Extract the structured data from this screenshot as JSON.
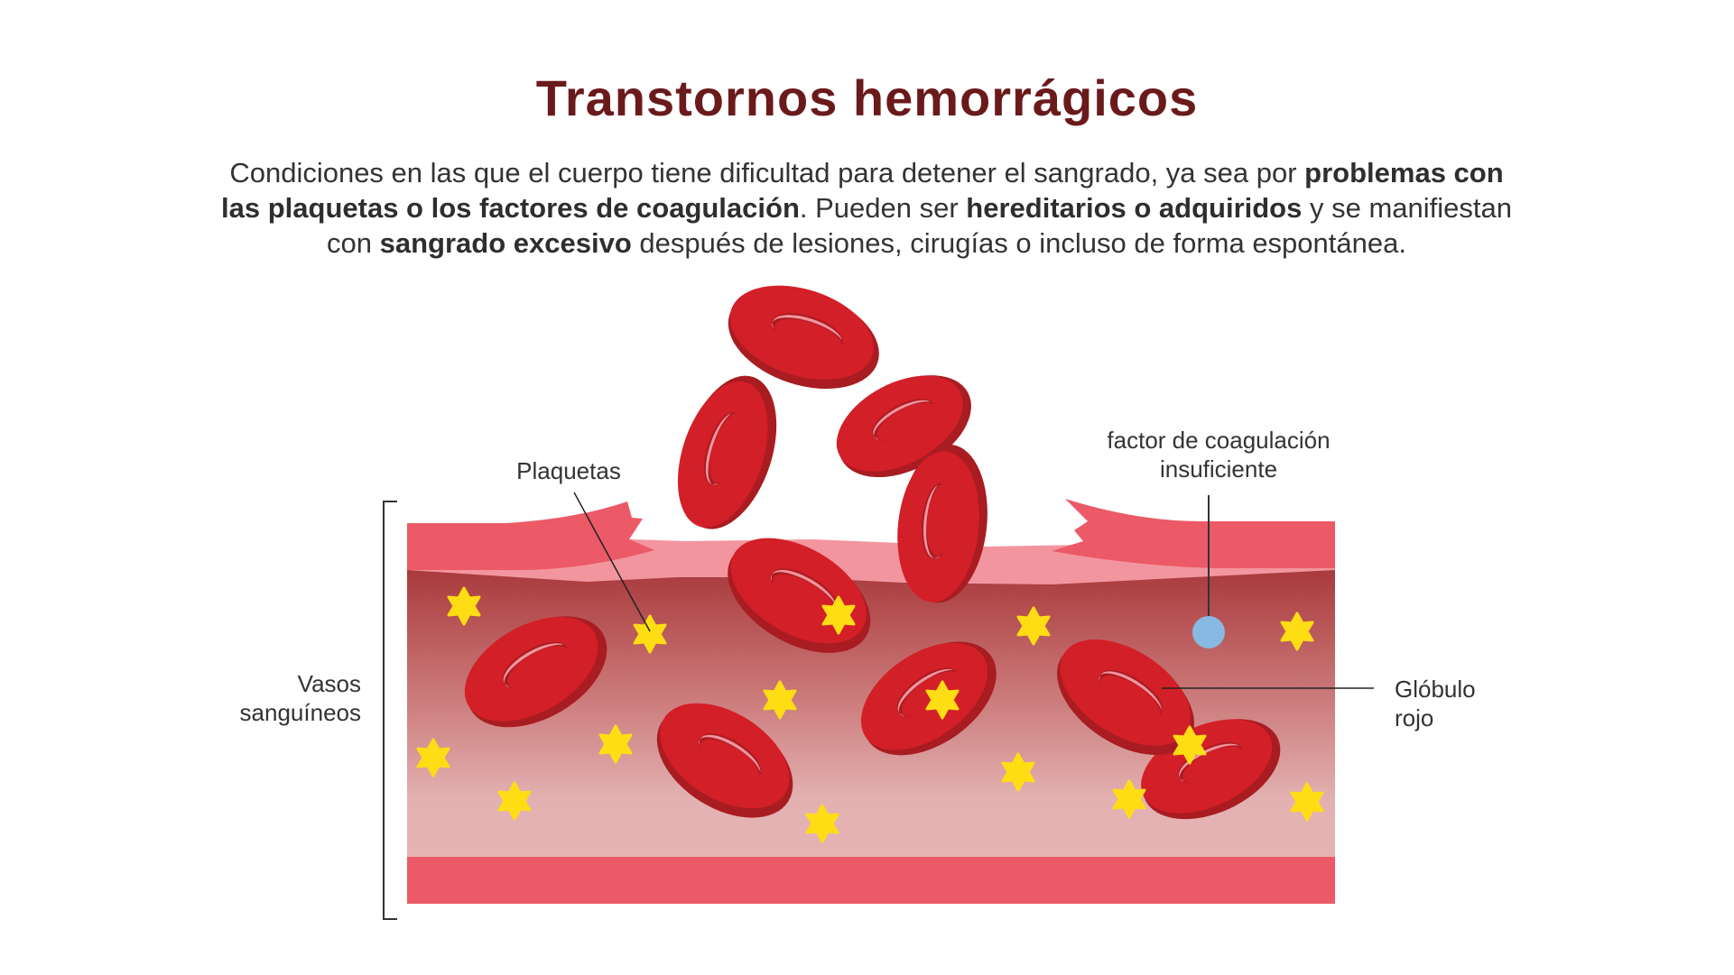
{
  "header": {
    "title": "Transtornos hemorrágicos"
  },
  "description": {
    "line1_regular": "Condiciones en las que el cuerpo tiene dificultad para detener el sangrado, ya sea por ",
    "line1_bold": "problemas con",
    "line2_bold": "las plaquetas o los factores de coagulación",
    "line2_regular_a": ". Pueden ser ",
    "line2_bold_b": "hereditarios o adquiridos",
    "line2_regular_b": " y se manifiestan",
    "line3_regular_a": "con ",
    "line3_bold": "sangrado excesivo",
    "line3_regular_b": " después de lesiones, cirugías o incluso de forma espontánea."
  },
  "labels": {
    "vasos_line1": "Vasos",
    "vasos_line2": "sanguíneos",
    "plaquetas": "Plaquetas",
    "factor_line1": "factor de coagulación",
    "factor_line2": "insuficiente",
    "globulo_line1": "Glóbulo",
    "globulo_line2": "rojo"
  },
  "colors": {
    "title": "#6b1a1c",
    "vessel_wall": "#eb5a66",
    "vessel_inner_light": "#f2959e",
    "blood_top": "#a93a3c",
    "blood_bottom": "#e5b3b3",
    "rbc_face": "#d31f27",
    "rbc_edge": "#a81c22",
    "rbc_highlight": "#f3939d",
    "platelet": "#ffdd15",
    "clotting_factor": "#88b9e2"
  }
}
